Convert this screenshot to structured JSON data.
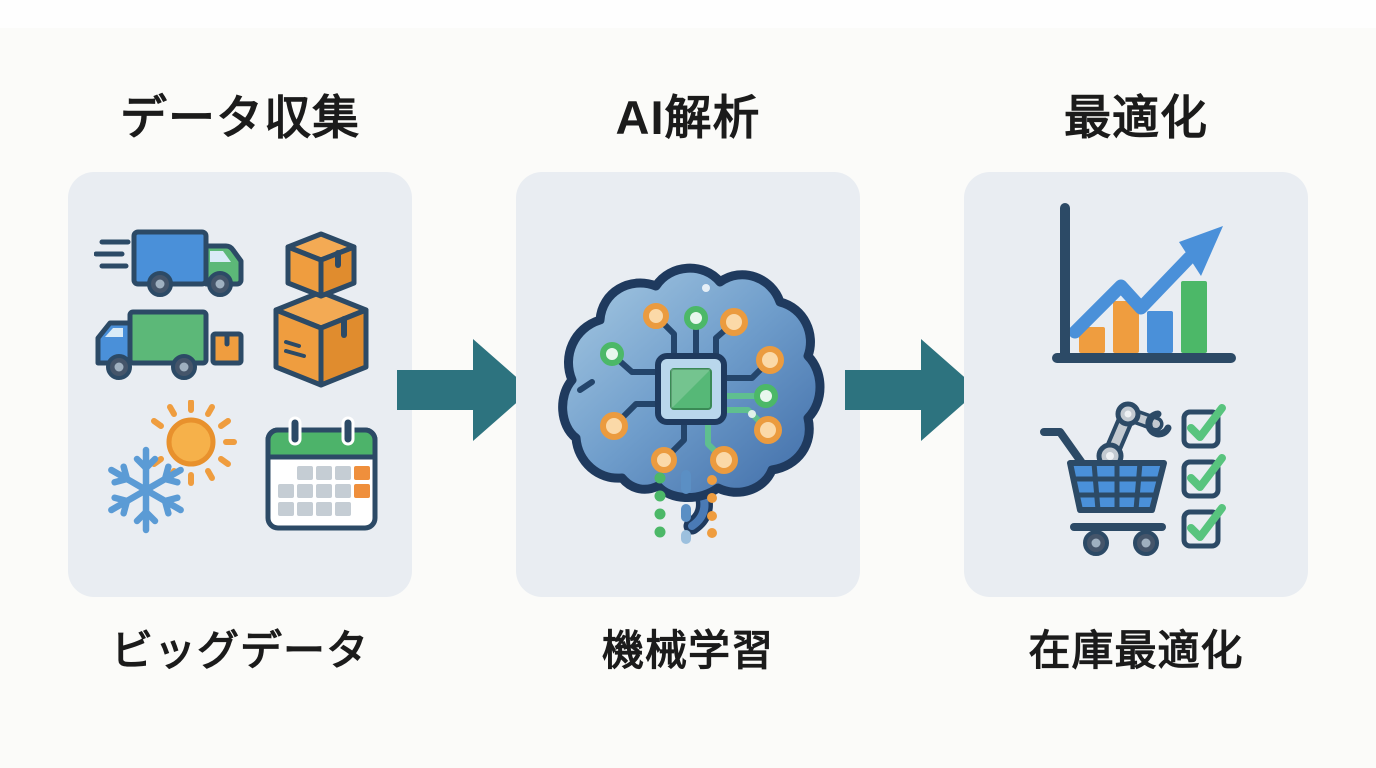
{
  "diagram": {
    "steps": [
      {
        "heading": "データ収集",
        "sublabel": "ビッグデータ",
        "icons": [
          "speed-delivery-truck-icon",
          "cargo-truck-icon",
          "stacked-boxes-icon",
          "sun-snowflake-icon",
          "calendar-icon"
        ]
      },
      {
        "heading": "AI解析",
        "sublabel": "機械学習",
        "icons": [
          "ai-brain-circuit-icon"
        ]
      },
      {
        "heading": "最適化",
        "sublabel": "在庫最適化",
        "icons": [
          "growth-chart-icon",
          "robot-arm-cart-checklist-icon"
        ]
      }
    ],
    "arrows": [
      "flow-arrow",
      "flow-arrow"
    ],
    "colors": {
      "background": "#fbfbf9",
      "card_bg": "#e9edf2",
      "text": "#1b1b1b",
      "arrow_teal": "#2d737f",
      "blue": "#4a90d9",
      "green": "#4cb868",
      "orange": "#ef9d3f",
      "navy_outline": "#2c4a66",
      "snowflake_blue": "#5b9bd5",
      "sun_orange": "#f6b14a",
      "calendar_header_green": "#4db36a",
      "check_green": "#58c47e"
    }
  }
}
